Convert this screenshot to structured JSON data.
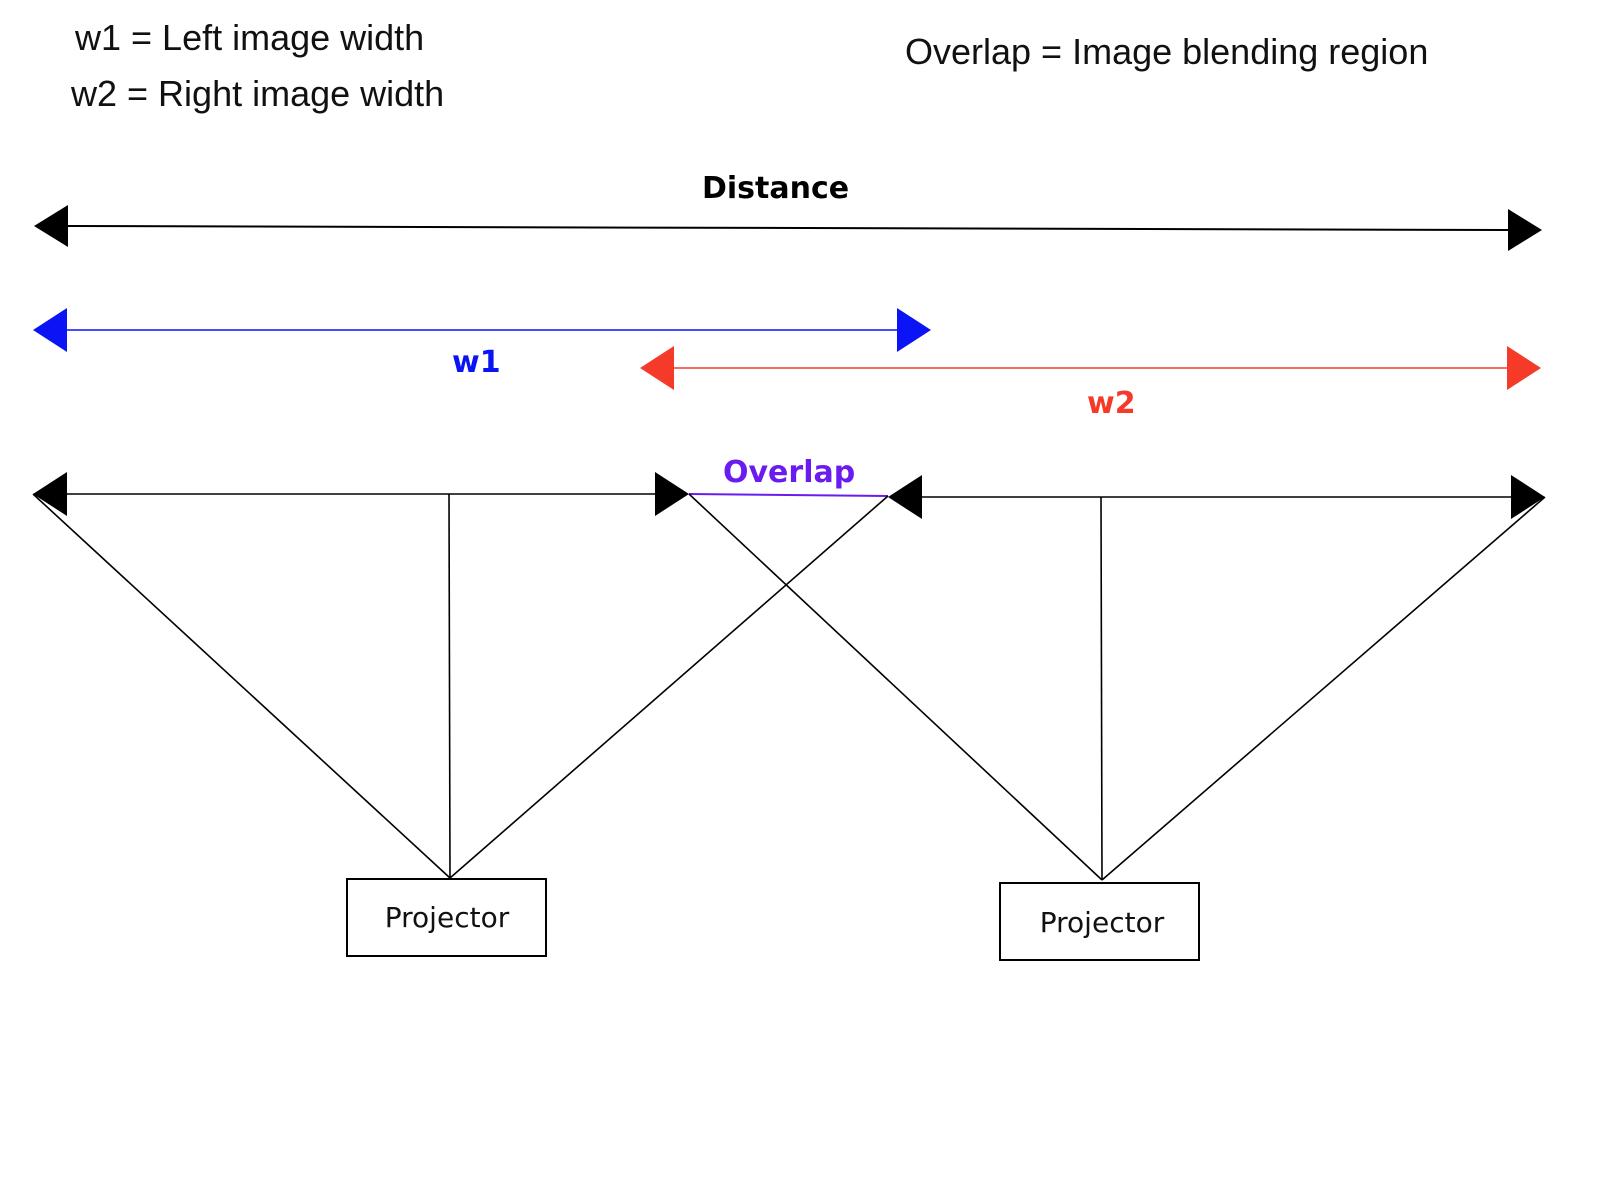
{
  "legend": {
    "w1_definition": "w1 = Left image width",
    "w2_definition": "w2 = Right image width",
    "overlap_definition": "Overlap =  Image blending region"
  },
  "dimensions": {
    "distance_label": "Distance",
    "w1_label": "w1",
    "w2_label": "w2",
    "overlap_label": "Overlap"
  },
  "projectors": {
    "left_label": "Projector",
    "right_label": "Projector"
  },
  "colors": {
    "distance": "#000000",
    "w1": "#0a14f5",
    "w2": "#f53a2a",
    "overlap": "#6a1cf0",
    "beam": "#000000"
  }
}
